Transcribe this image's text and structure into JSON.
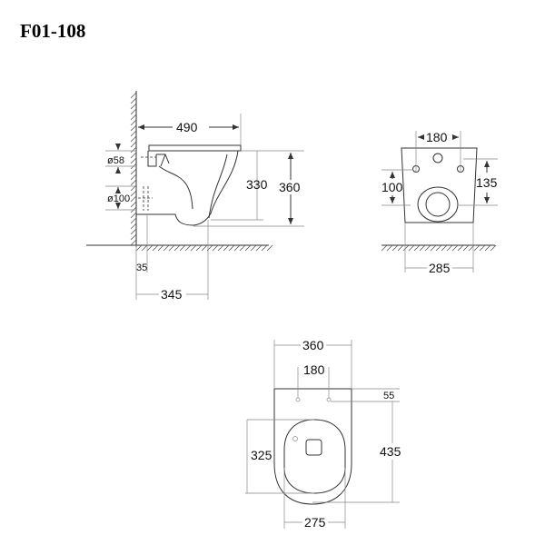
{
  "title": "F01-108",
  "side_view": {
    "width": "490",
    "height_total": "360",
    "height_bowl": "330",
    "inlet_diameter": "ø58",
    "outlet_diameter": "ø100",
    "wall_offset": "35",
    "outlet_distance": "345"
  },
  "rear_view": {
    "bolt_spacing": "180",
    "outlet_height": "100",
    "inlet_height": "135",
    "base_width": "285"
  },
  "top_view": {
    "width": "360",
    "bolt_spacing": "180",
    "bolt_offset": "55",
    "seat_length": "325",
    "length": "435",
    "seat_width": "275"
  }
}
